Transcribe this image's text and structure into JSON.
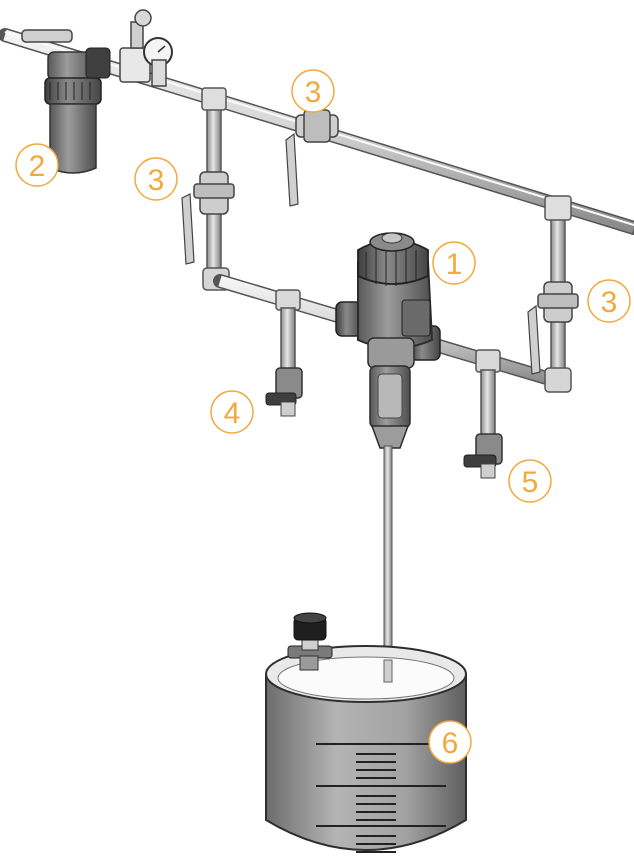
{
  "diagram": {
    "accent_color": "#f2a93b",
    "callouts": [
      {
        "id": "c1",
        "label": "1"
      },
      {
        "id": "c2",
        "label": "2"
      },
      {
        "id": "c3a",
        "label": "3"
      },
      {
        "id": "c3b",
        "label": "3"
      },
      {
        "id": "c3c",
        "label": "3"
      },
      {
        "id": "c4",
        "label": "4"
      },
      {
        "id": "c5",
        "label": "5"
      },
      {
        "id": "c6",
        "label": "6"
      }
    ]
  }
}
